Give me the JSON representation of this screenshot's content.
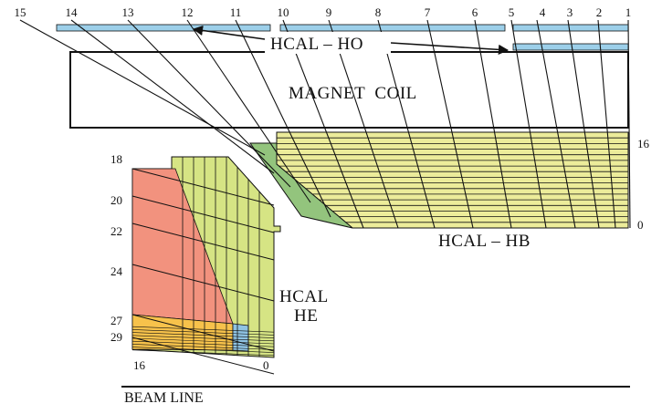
{
  "labels": {
    "hcal_ho": "HCAL – HO",
    "magnet_coil": "MAGNET  COIL",
    "hcal_hb": "HCAL – HB",
    "hcal_he_line1": "HCAL",
    "hcal_he_line2": "HE",
    "beam_line": "BEAM LINE"
  },
  "tower_numbers": [
    "15",
    "14",
    "13",
    "12",
    "11",
    "10",
    "9",
    "8",
    "7",
    "6",
    "5",
    "4",
    "3",
    "2",
    "1"
  ],
  "hb_depth_labels": {
    "top": "16",
    "bottom": "0"
  },
  "he_tower_labels": [
    "18",
    "20",
    "22",
    "24",
    "27",
    "29"
  ],
  "he_depth_labels": {
    "left": "16",
    "right": "0"
  },
  "colors": {
    "ho_tiles": "#9ccfe9",
    "hb_fill": "#ecec9a",
    "green_wedge": "#93c47d",
    "he_red": "#f2927e",
    "he_yellow": "#d6e484",
    "he_orange": "#f7c24b",
    "he_blue": "#8fc3e3",
    "lines": "#111111"
  }
}
